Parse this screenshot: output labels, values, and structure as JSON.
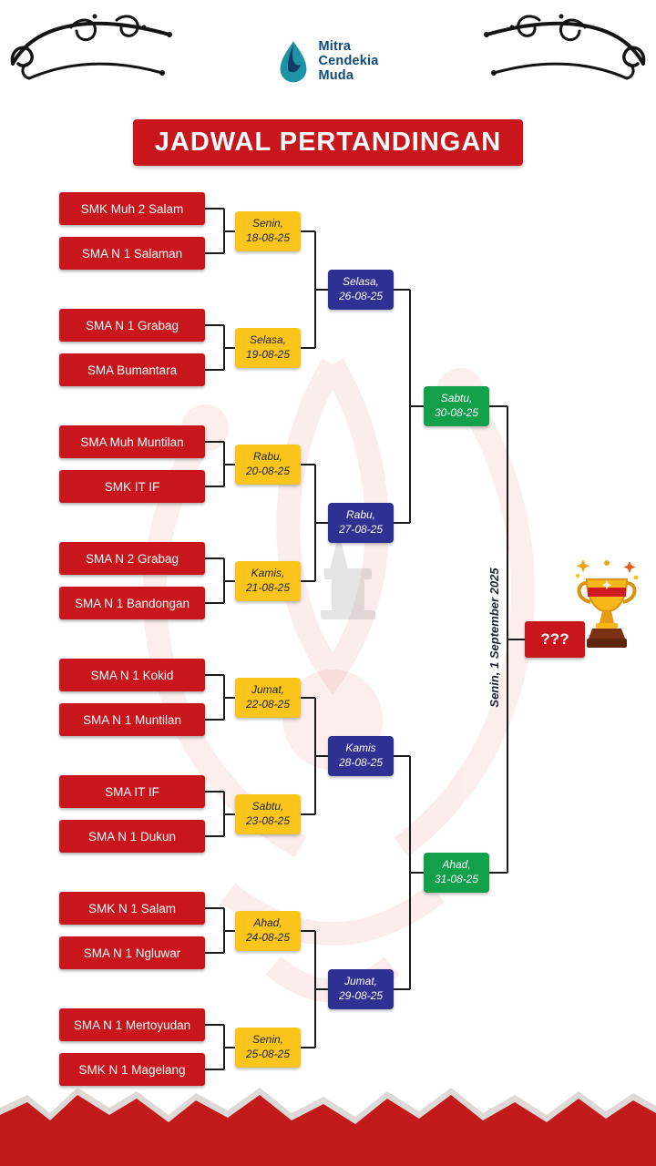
{
  "header": {
    "title": "JADWAL PERTANDINGAN",
    "logo": {
      "line1": "Mitra",
      "line2": "Cendekia",
      "line3": "Muda"
    }
  },
  "bracket": {
    "teams": [
      "SMK Muh 2 Salam",
      "SMA N 1 Salaman",
      "SMA N 1 Grabag",
      "SMA Bumantara",
      "SMA Muh Muntilan",
      "SMK IT IF",
      "SMA N 2 Grabag",
      "SMA N 1 Bandongan",
      "SMA N 1 Kokid",
      "SMA N 1 Muntilan",
      "SMA IT IF",
      "SMA N 1 Dukun",
      "SMK N 1 Salam",
      "SMA N 1 Ngluwar",
      "SMA N 1 Mertoyudan",
      "SMK N 1 Magelang"
    ],
    "round1": [
      {
        "day": "Senin,",
        "date": "18-08-25"
      },
      {
        "day": "Selasa,",
        "date": "19-08-25"
      },
      {
        "day": "Rabu,",
        "date": "20-08-25"
      },
      {
        "day": "Kamis,",
        "date": "21-08-25"
      },
      {
        "day": "Jumat,",
        "date": "22-08-25"
      },
      {
        "day": "Sabtu,",
        "date": "23-08-25"
      },
      {
        "day": "Ahad,",
        "date": "24-08-25"
      },
      {
        "day": "Senin,",
        "date": "25-08-25"
      }
    ],
    "round2": [
      {
        "day": "Selasa,",
        "date": "26-08-25"
      },
      {
        "day": "Rabu,",
        "date": "27-08-25"
      },
      {
        "day": "Kamis",
        "date": "28-08-25"
      },
      {
        "day": "Jumat,",
        "date": "29-08-25"
      }
    ],
    "semifinals": [
      {
        "day": "Sabtu,",
        "date": "30-08-25"
      },
      {
        "day": "Ahad,",
        "date": "31-08-25"
      }
    ],
    "final": {
      "label": "Senin, 1 September 2025",
      "champion_placeholder": "???"
    }
  },
  "icons": {
    "trophy": "trophy-icon",
    "logo_drop": "water-drop-logo-icon",
    "corner_ornament": "calligraphic-flourish"
  },
  "colors": {
    "red": "#c9161c",
    "yellow": "#fcc51c",
    "blue": "#2e3192",
    "green": "#12a04b",
    "logo_navy": "#0e4a7c"
  }
}
